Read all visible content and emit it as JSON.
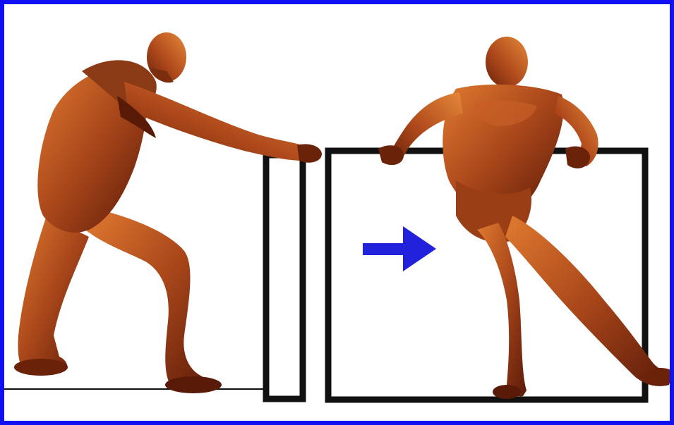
{
  "scene": {
    "description_label": "",
    "colors": {
      "frame": "#1010f0",
      "background": "#ffffff",
      "figure_dark": "#5a1a08",
      "figure_mid": "#a8461a",
      "figure_light": "#e07a30",
      "outline": "#111111",
      "arrow": "#2222dd"
    },
    "figures": [
      {
        "name": "left-figure",
        "pose": "leaning-push"
      },
      {
        "name": "right-figure",
        "pose": "lunge-forward"
      }
    ],
    "arrow": {
      "direction": "right"
    }
  }
}
